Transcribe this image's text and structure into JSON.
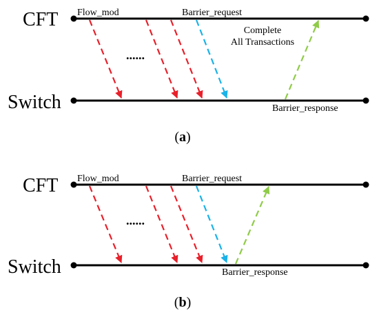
{
  "colors": {
    "flow_mod": "#e8202a",
    "barrier_request": "#1ab2e8",
    "barrier_response": "#8fcb48",
    "line": "#000000"
  },
  "panels": [
    {
      "id": "a",
      "label_prefix": "(",
      "label_letter": "a",
      "label_suffix": ")",
      "top_entity": "CFT",
      "bottom_entity": "Switch",
      "flow_mod_label": "Flow_mod",
      "ellipsis": "......",
      "barrier_request_label": "Barrier_request",
      "note_lines": [
        "Complete",
        "All Transactions"
      ],
      "barrier_response_label": "Barrier_response"
    },
    {
      "id": "b",
      "label_prefix": "(",
      "label_letter": "b",
      "label_suffix": ")",
      "top_entity": "CFT",
      "bottom_entity": "Switch",
      "flow_mod_label": "Flow_mod",
      "ellipsis": "......",
      "barrier_request_label": "Barrier_request",
      "barrier_response_label": "Barrier_response"
    }
  ]
}
